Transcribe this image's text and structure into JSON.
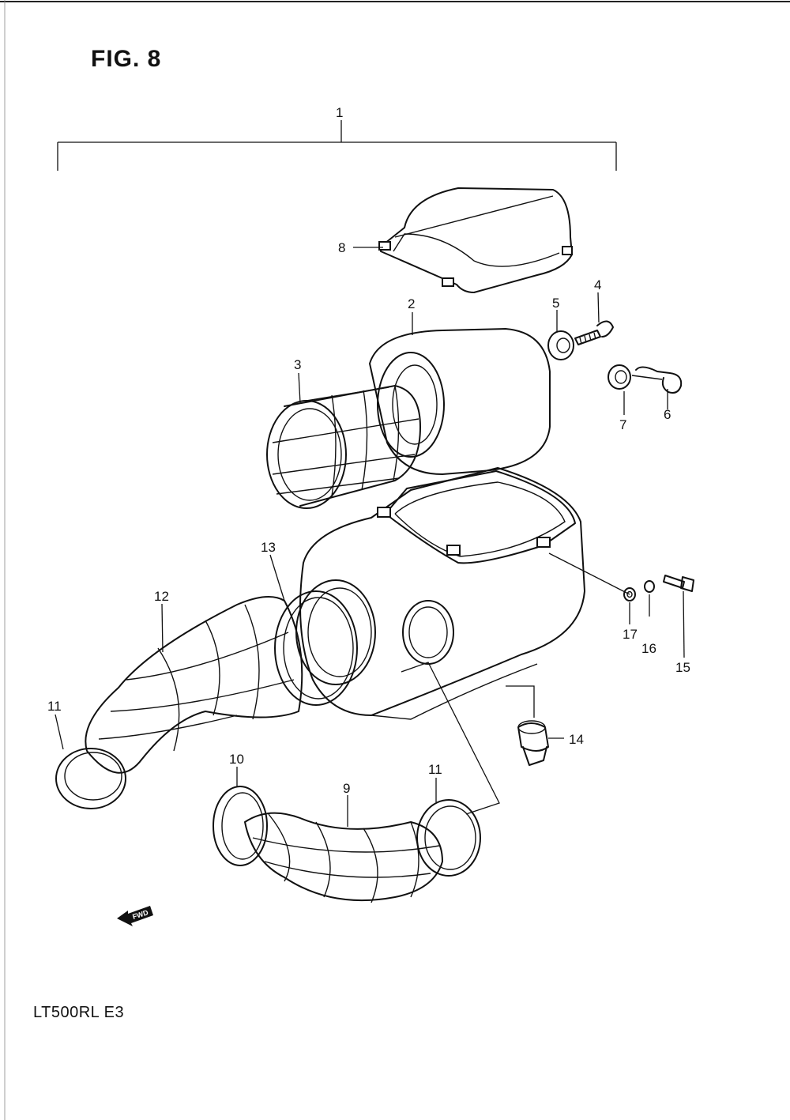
{
  "figure": {
    "title": "FIG. 8",
    "model": "LT500RL  E3"
  },
  "fwd_badge": "FWD",
  "callouts": {
    "c1": "1",
    "c2": "2",
    "c3": "3",
    "c4": "4",
    "c5": "5",
    "c6": "6",
    "c7": "7",
    "c8": "8",
    "c9": "9",
    "c10": "10",
    "c11a": "11",
    "c11b": "11",
    "c12": "12",
    "c13": "13",
    "c14": "14",
    "c15": "15",
    "c16": "16",
    "c17": "17"
  }
}
